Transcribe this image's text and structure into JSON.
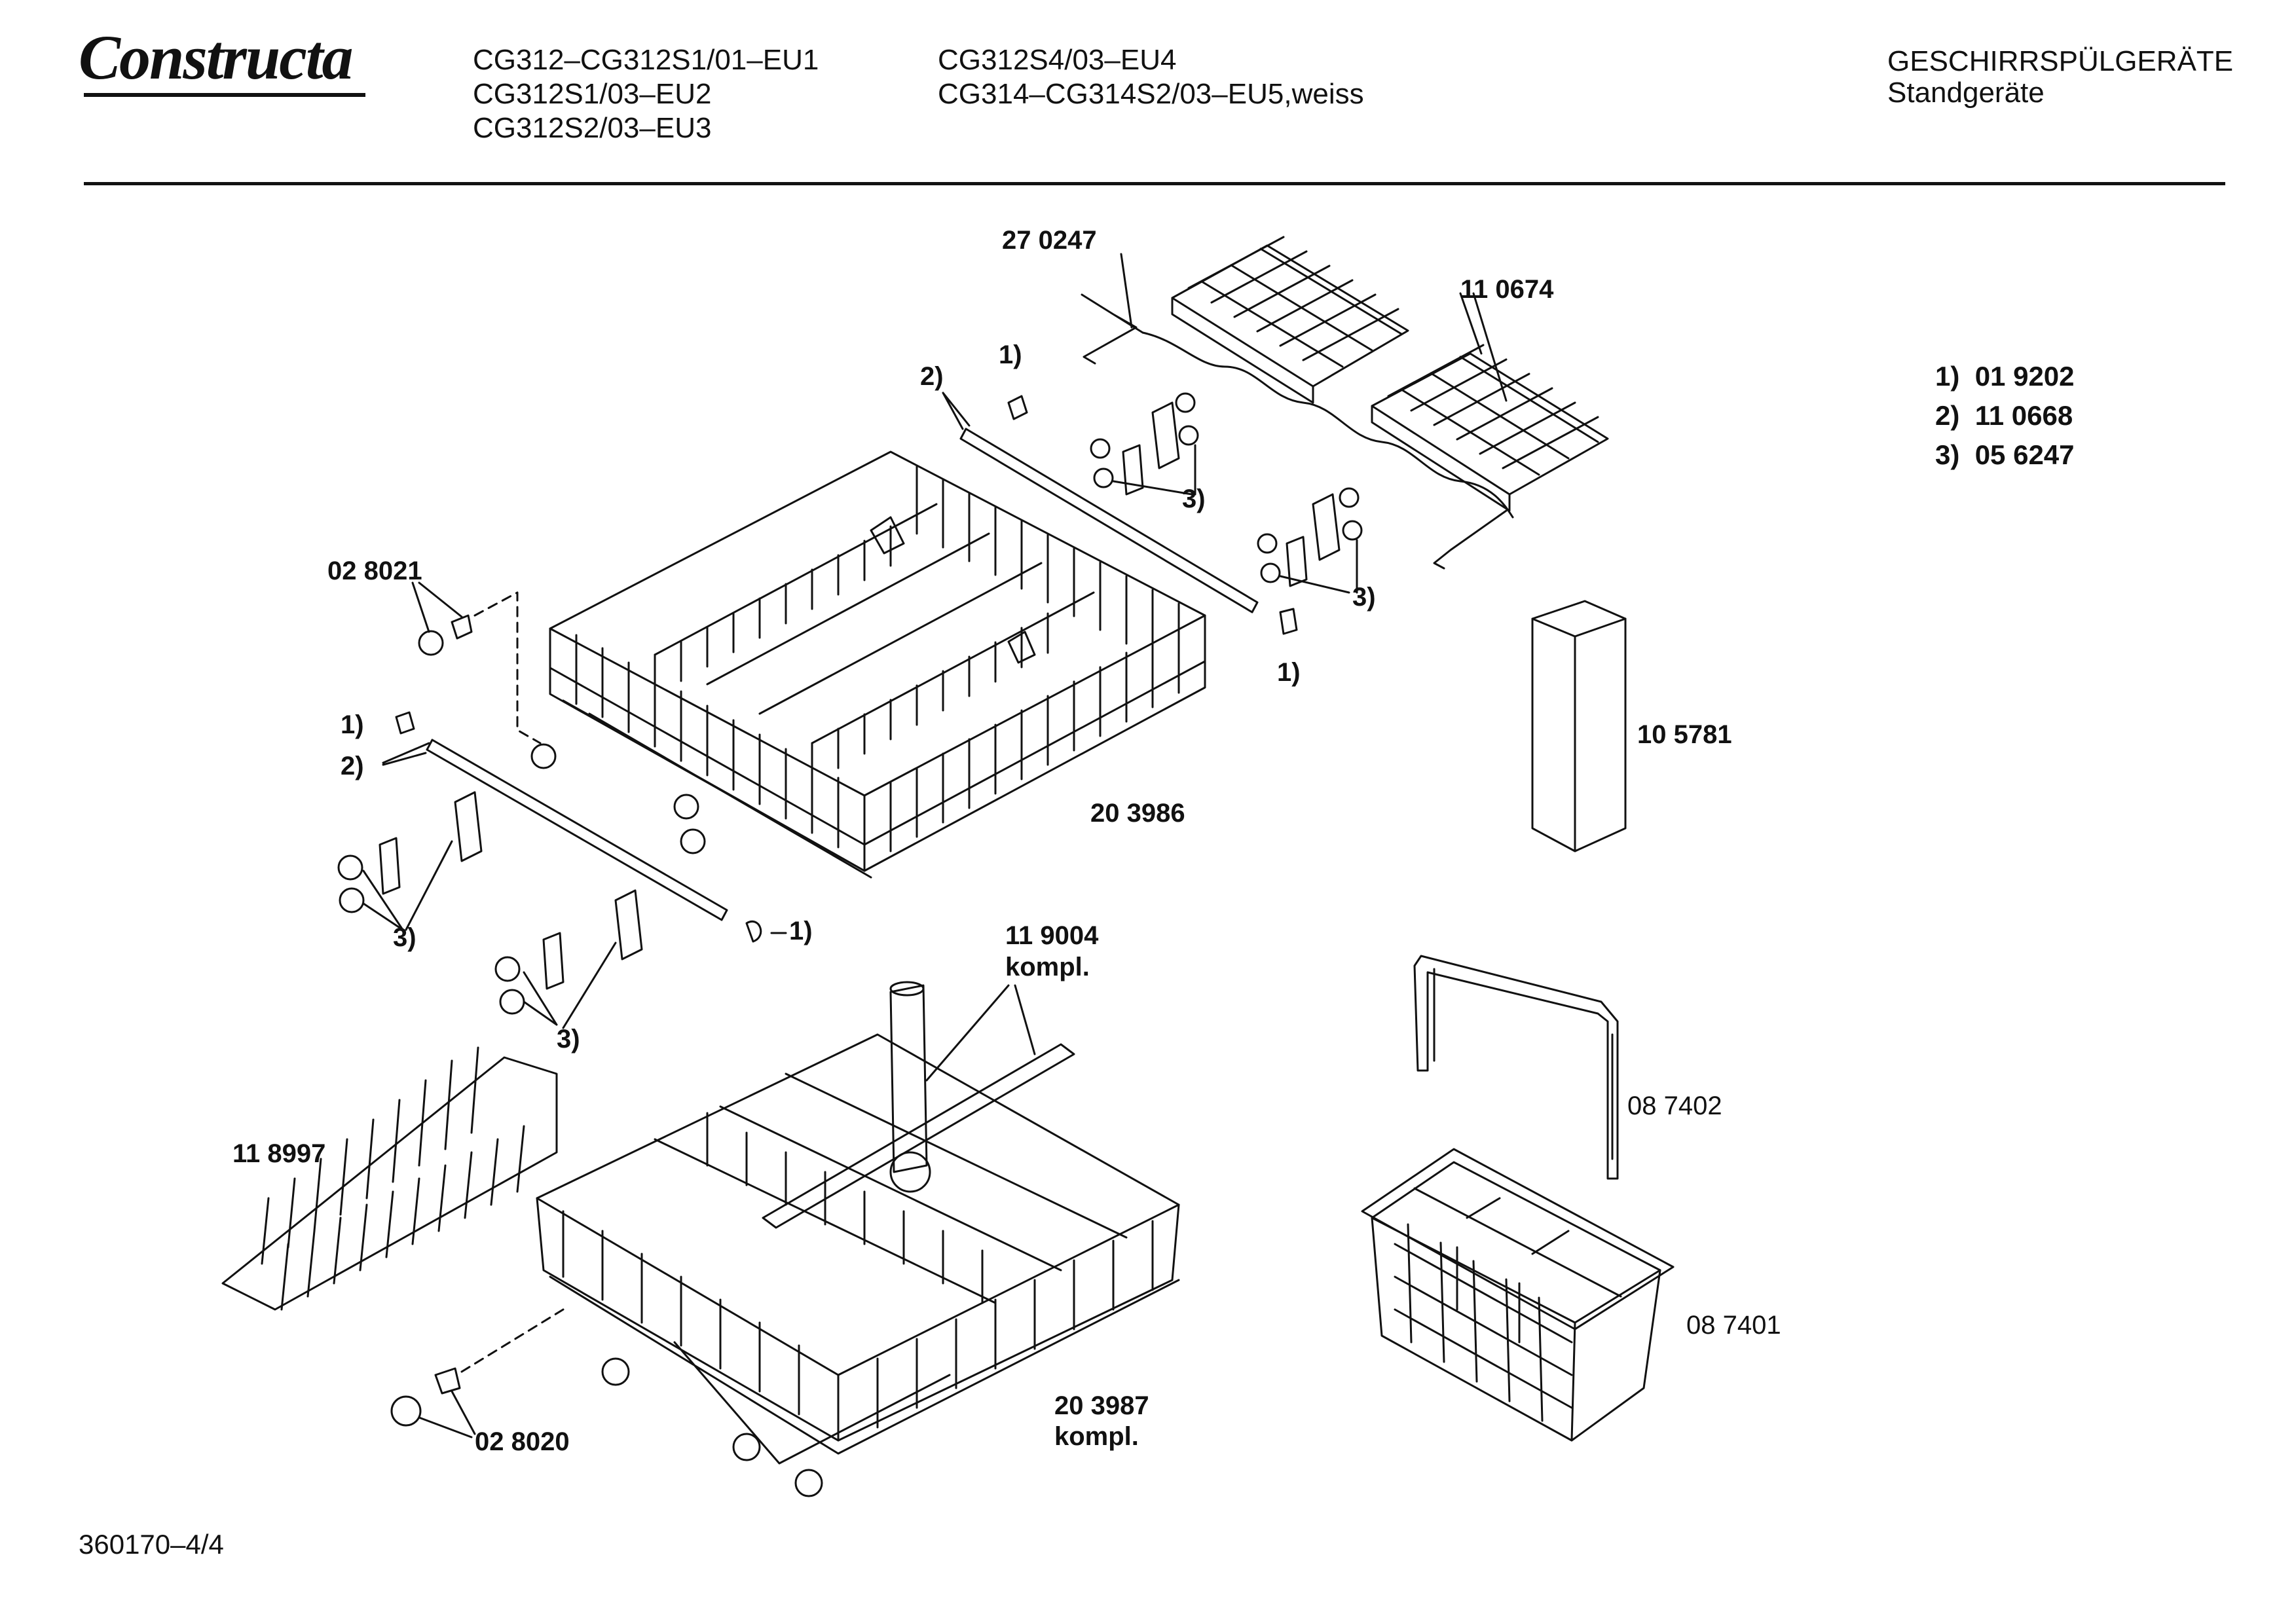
{
  "header": {
    "brand": "Constructa",
    "models_col1": [
      "CG312–CG312S1/01–EU1",
      "CG312S1/03–EU2",
      "CG312S2/03–EU3"
    ],
    "models_col2": [
      "CG312S4/03–EU4",
      "CG314–CG314S2/03–EU5,weiss"
    ],
    "category_line1": "GESCHIRRSPÜLGERÄTE",
    "category_line2": "Standgeräte"
  },
  "legend": [
    {
      "key": "1)",
      "value": "01 9202"
    },
    {
      "key": "2)",
      "value": "11 0668"
    },
    {
      "key": "3)",
      "value": "05 6247"
    }
  ],
  "part_labels": {
    "p270247": "27 0247",
    "p110674": "11 0674",
    "p028021": "02 8021",
    "p203986": "20 3986",
    "p105781": "10 5781",
    "p119004": "11 9004",
    "p119004_kompl": "kompl.",
    "p118997": "11 8997",
    "p087402": "08 7402",
    "p087401": "08 7401",
    "p203987": "20 3987",
    "p203987_kompl": "kompl.",
    "p028020": "02 8020"
  },
  "callouts": {
    "c1_top": "1)",
    "c2_top": "2)",
    "c3_top_a": "3)",
    "c3_top_b": "3)",
    "c1_right": "1)",
    "c1_left": "1)",
    "c2_left": "2)",
    "c3_left_a": "3)",
    "c3_left_b": "3)",
    "c1_bottom": "1)"
  },
  "footer": {
    "doc_number": "360170–4/4"
  }
}
